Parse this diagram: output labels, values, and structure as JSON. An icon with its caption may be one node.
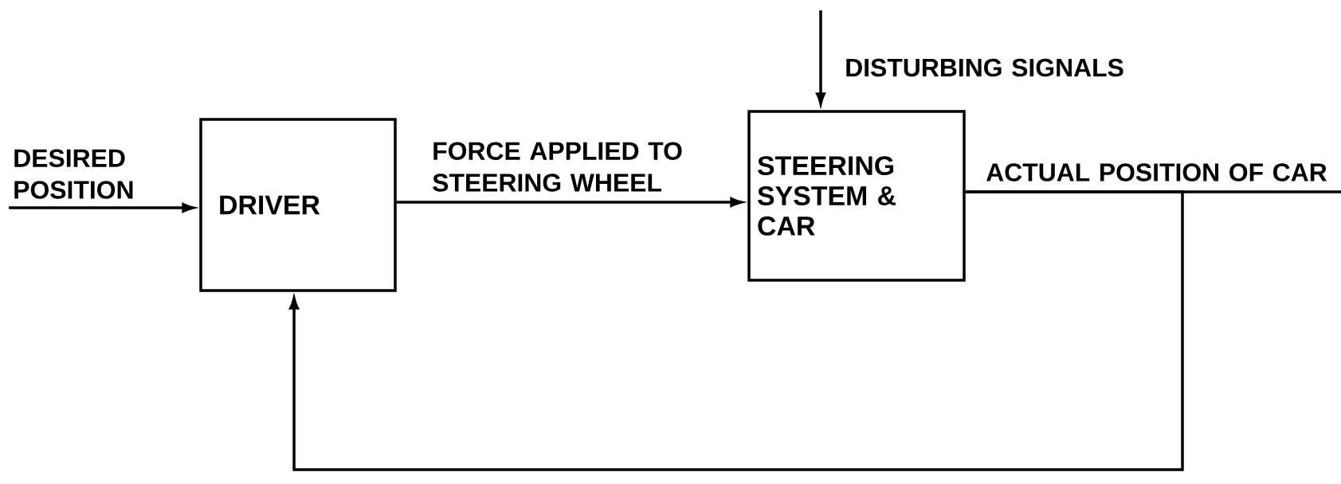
{
  "diagram": {
    "nodes": [
      {
        "text": [
          "DRIVER"
        ]
      },
      {
        "text": [
          "STEERING SYSTEM & CAR"
        ]
      }
    ],
    "edges": [
      {
        "from": null,
        "to": 0,
        "arrow": "to",
        "label": "DESIRED POSITION"
      },
      {
        "from": 0,
        "to": 1,
        "arrow": "to",
        "label": "FORCE APPLIED TO STEERING WHEEL"
      },
      {
        "from": null,
        "to": 1,
        "arrow": "to",
        "label": "DISTURBING SIGNALS"
      },
      {
        "from": 1,
        "to": null,
        "arrow": "none",
        "label": "ACTUAL POSITION OF CAR"
      },
      {
        "from": 1,
        "to": 0,
        "arrow": "to"
      }
    ]
  }
}
